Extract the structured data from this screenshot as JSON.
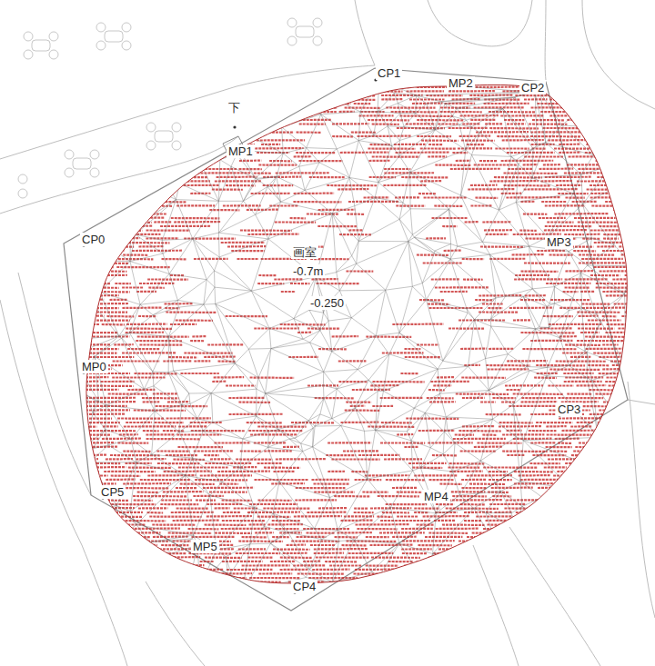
{
  "diagram": {
    "labels": [
      "CP1",
      "MP2",
      "CP2",
      "下",
      "MP1",
      "CP0",
      "画室",
      "-0.7m",
      "-0.250",
      "MP3",
      "MP0",
      "CP3",
      "CP5",
      "MP4",
      "MP5",
      "CP4"
    ]
  }
}
